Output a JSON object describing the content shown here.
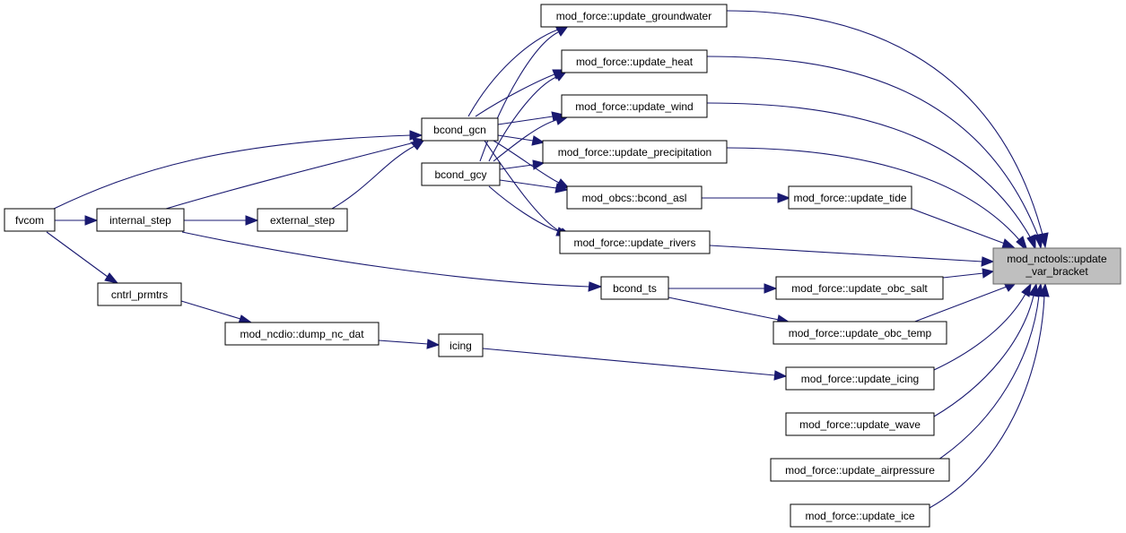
{
  "graph": {
    "edge_color": "#191970",
    "target_fill": "#bfbfbf",
    "nodes": {
      "target": [
        "mod_nctools::update",
        "_var_bracket"
      ],
      "upd_gw": "mod_force::update_groundwater",
      "upd_heat": "mod_force::update_heat",
      "upd_wind": "mod_force::update_wind",
      "upd_precip": "mod_force::update_precipitation",
      "bcond_asl": "mod_obcs::bcond_asl",
      "upd_tide": "mod_force::update_tide",
      "upd_rivers": "mod_force::update_rivers",
      "upd_obc_salt": "mod_force::update_obc_salt",
      "upd_obc_temp": "mod_force::update_obc_temp",
      "upd_icing": "mod_force::update_icing",
      "upd_wave": "mod_force::update_wave",
      "upd_airp": "mod_force::update_airpressure",
      "upd_ice": "mod_force::update_ice",
      "bcond_gcn": "bcond_gcn",
      "bcond_gcy": "bcond_gcy",
      "fvcom": "fvcom",
      "internal_step": "internal_step",
      "external_step": "external_step",
      "bcond_ts": "bcond_ts",
      "cntrl_prmtrs": "cntrl_prmtrs",
      "dump_nc_dat": "mod_ncdio::dump_nc_dat",
      "icing": "icing"
    }
  }
}
